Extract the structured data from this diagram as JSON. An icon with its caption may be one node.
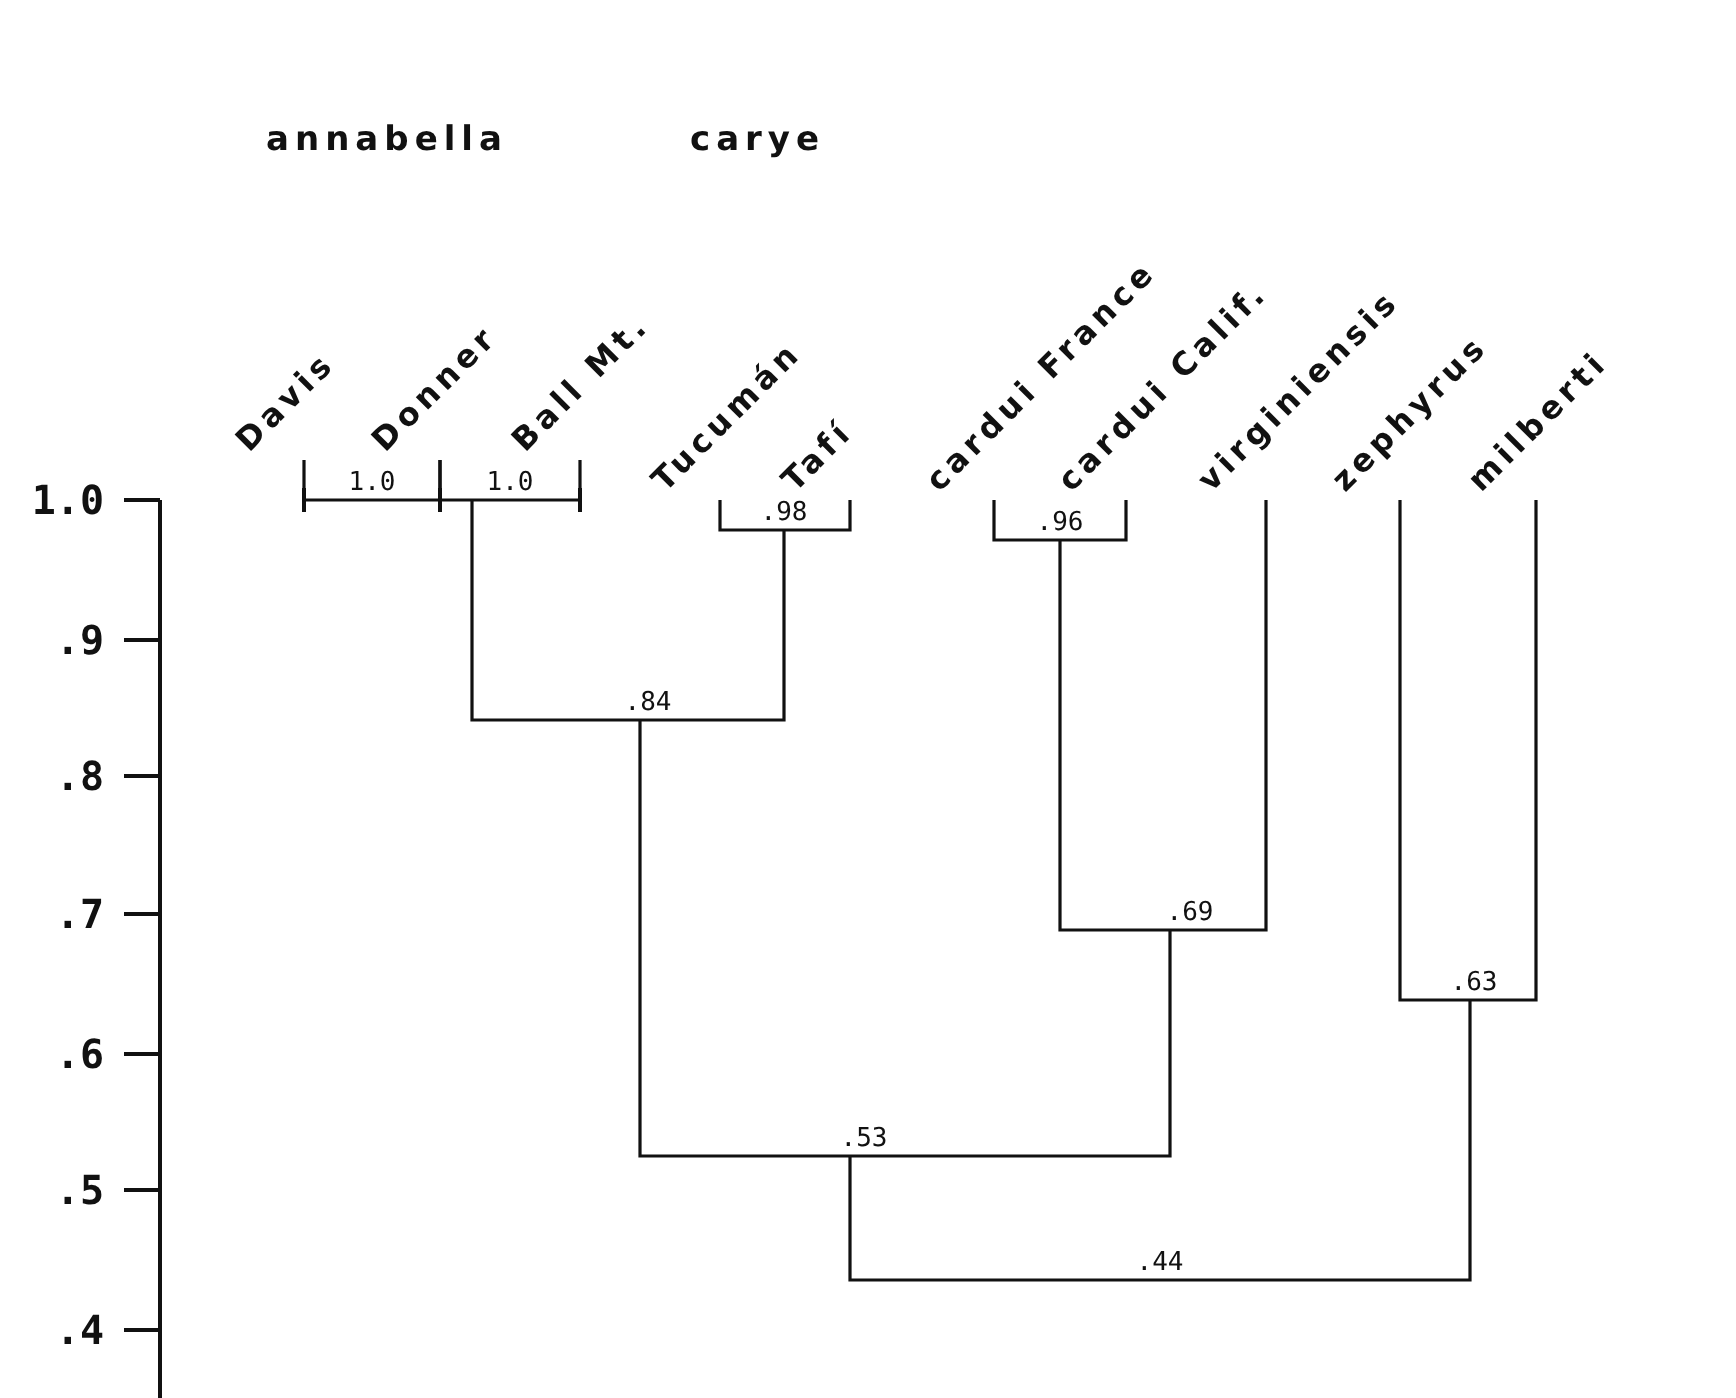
{
  "diagram": {
    "nodes": [
      {
        "text": [
          "Davis"
        ]
      },
      {
        "text": [
          "Donner"
        ]
      },
      {
        "text": [
          "Ball Mt."
        ]
      },
      {
        "text": [
          "Tucumán"
        ]
      },
      {
        "text": [
          "Tafí"
        ]
      },
      {
        "text": [
          "cardui France"
        ]
      },
      {
        "text": [
          "cardui Calif."
        ]
      },
      {
        "text": [
          "virginiensis"
        ]
      },
      {
        "text": [
          "zephyrus"
        ]
      },
      {
        "text": [
          "milberti"
        ]
      },
      {
        "text": [
          "1.0"
        ]
      },
      {
        "text": [
          "1.0"
        ]
      },
      {
        "text": [
          ".98"
        ]
      },
      {
        "text": [
          ".96"
        ]
      },
      {
        "text": [
          ".84"
        ]
      },
      {
        "text": [
          ".69"
        ]
      },
      {
        "text": [
          ".63"
        ]
      },
      {
        "text": [
          ".53"
        ]
      },
      {
        "text": [
          ".44"
        ]
      }
    ],
    "edges": [
      {
        "from": 10,
        "to": 0,
        "arrow": "none"
      },
      {
        "from": 10,
        "to": 1,
        "arrow": "none"
      },
      {
        "from": 11,
        "to": 1,
        "arrow": "none"
      },
      {
        "from": 11,
        "to": 2,
        "arrow": "none"
      },
      {
        "from": 12,
        "to": 3,
        "arrow": "none"
      },
      {
        "from": 12,
        "to": 4,
        "arrow": "none"
      },
      {
        "from": 13,
        "to": 5,
        "arrow": "none"
      },
      {
        "from": 13,
        "to": 6,
        "arrow": "none"
      },
      {
        "from": 14,
        "to": 11,
        "arrow": "none"
      },
      {
        "from": 14,
        "to": 12,
        "arrow": "none"
      },
      {
        "from": 15,
        "to": 13,
        "arrow": "none"
      },
      {
        "from": 15,
        "to": 7,
        "arrow": "none"
      },
      {
        "from": 16,
        "to": 8,
        "arrow": "none"
      },
      {
        "from": 16,
        "to": 9,
        "arrow": "none"
      },
      {
        "from": 17,
        "to": 14,
        "arrow": "none"
      },
      {
        "from": 17,
        "to": 15,
        "arrow": "none"
      },
      {
        "from": 18,
        "to": 17,
        "arrow": "none"
      },
      {
        "from": 18,
        "to": 16,
        "arrow": "none"
      }
    ],
    "labels": [
      "annabella",
      "carye",
      "1.0",
      ".9",
      ".8",
      ".7",
      ".6",
      ".5",
      ".4"
    ]
  }
}
